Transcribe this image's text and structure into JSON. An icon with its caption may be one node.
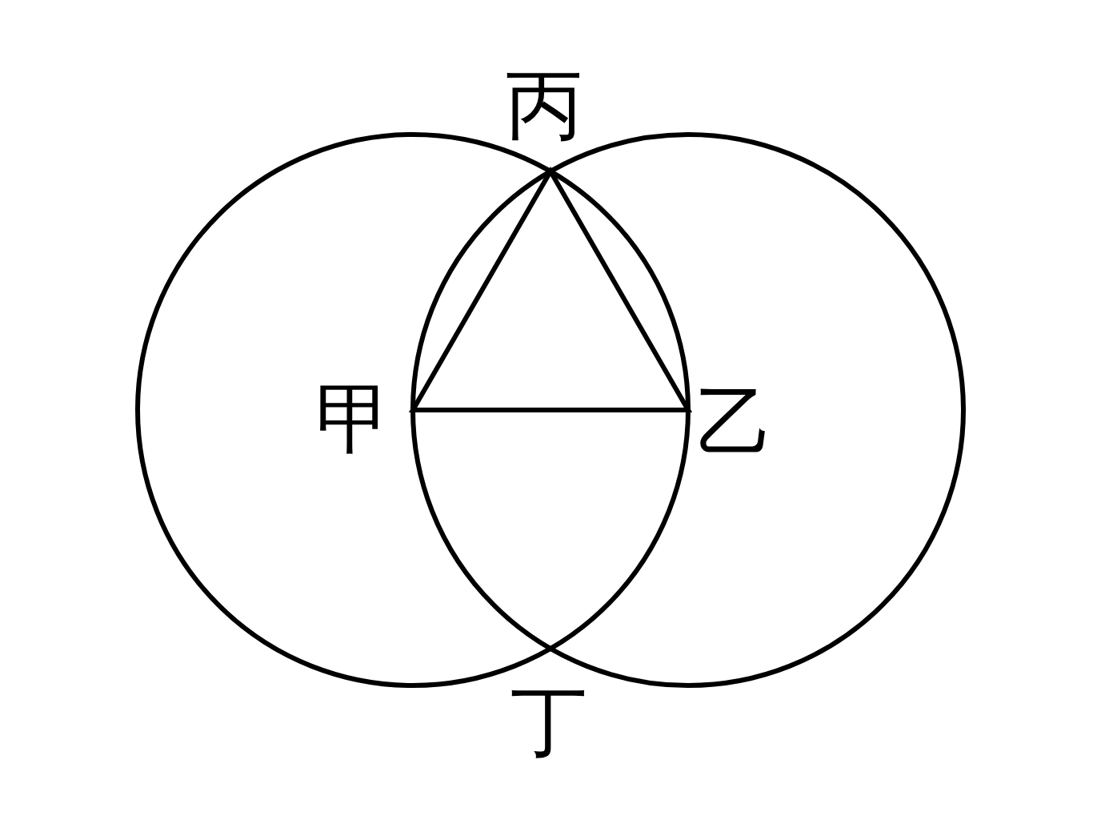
{
  "diagram": {
    "labels": [
      "丙",
      "甲",
      "乙",
      "丁"
    ]
  }
}
